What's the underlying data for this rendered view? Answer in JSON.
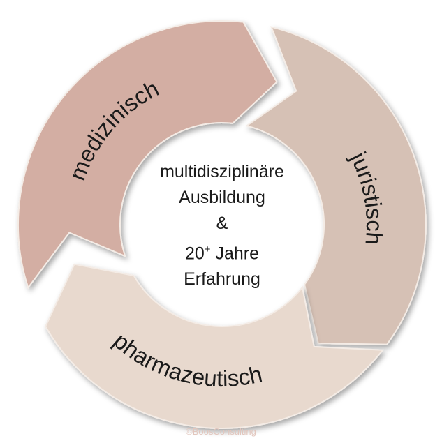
{
  "diagram": {
    "segments": [
      {
        "label": "medizinisch",
        "color": "#d3aea3"
      },
      {
        "label": "juristisch",
        "color": "#d6c1b5"
      },
      {
        "label": "pharmazeutisch",
        "color": "#e8d9ce"
      }
    ],
    "center": {
      "line1": "multidisziplinäre",
      "line2": "Ausbildung",
      "line3": "&",
      "line4_main": "20",
      "line4_sup": "+",
      "line4_rest": " Jahre",
      "line5": "Erfahrung"
    },
    "credit": "©BoosConsulting"
  }
}
